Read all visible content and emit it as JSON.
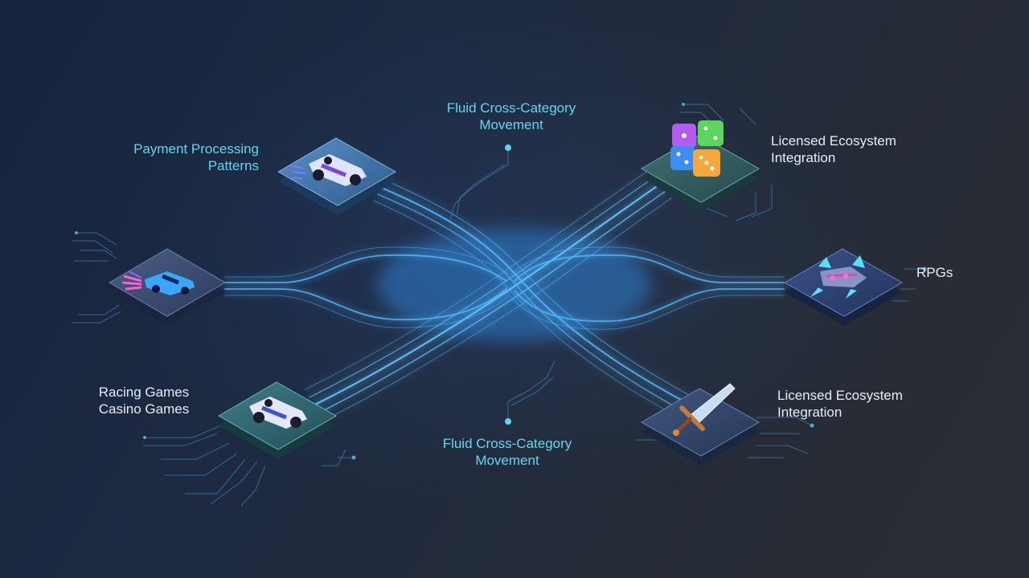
{
  "labels": {
    "top_center": {
      "line1": "Fluid Cross-Category",
      "line2": "Movement"
    },
    "bottom_center": {
      "line1": "Fluid Cross-Category",
      "line2": "Movement"
    },
    "upper_left": {
      "line1": "Payment Processing",
      "line2": "Patterns"
    },
    "lower_left": {
      "line1": "Racing Games",
      "line2": "Casino Games"
    },
    "upper_right": {
      "line1": "Licensed Ecosystem",
      "line2": "Integration"
    },
    "middle_right": {
      "line1": "RPGs"
    },
    "lower_right": {
      "line1": "Licensed Ecosystem",
      "line2": "Integration"
    }
  },
  "nodes": [
    {
      "id": "upper-left",
      "icon": "race-car-icon",
      "tile_color": "#3b6a9c"
    },
    {
      "id": "middle-left",
      "icon": "sports-car-icon",
      "tile_color": "#34476a"
    },
    {
      "id": "lower-left",
      "icon": "race-car-icon",
      "tile_color": "#2d5b66"
    },
    {
      "id": "upper-right",
      "icon": "dice-icon",
      "tile_color": "#2f5a5e"
    },
    {
      "id": "middle-right",
      "icon": "spaceship-icon",
      "tile_color": "#2a3d66"
    },
    {
      "id": "lower-right",
      "icon": "sword-icon",
      "tile_color": "#2f4466"
    }
  ],
  "colors": {
    "accent_cyan": "#63d6ee",
    "stream_blue": "#4fb6ff",
    "label_white": "#e8edf4"
  }
}
